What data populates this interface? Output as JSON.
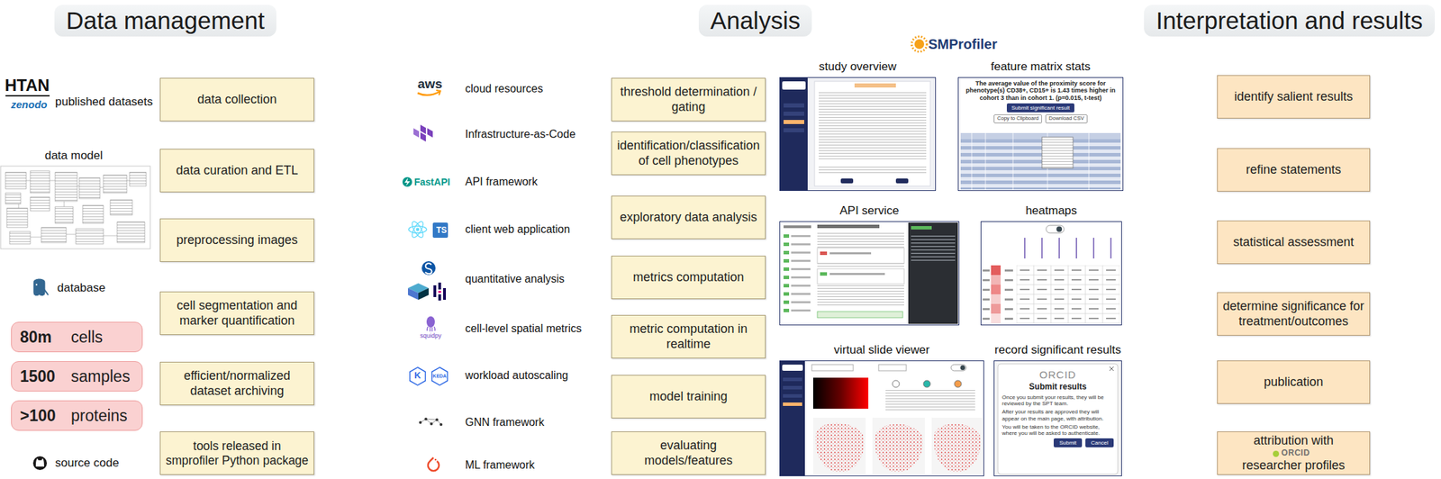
{
  "diagram": {
    "nodes": [
      {
        "text": [
          "Data management"
        ]
      },
      {
        "text": [
          "data collection"
        ]
      },
      {
        "text": [
          "data curation and ETL"
        ]
      },
      {
        "text": [
          "preprocessing images"
        ]
      },
      {
        "text": [
          "cell segmentation and marker quantification"
        ]
      },
      {
        "text": [
          "efficient/normalized dataset archiving"
        ]
      },
      {
        "text": [
          "tools released in smprofiler Python package"
        ]
      },
      {
        "text": [
          "80m",
          "cells"
        ]
      },
      {
        "text": [
          "1500",
          "samples"
        ]
      },
      {
        "text": [
          ">100",
          "proteins"
        ]
      },
      {
        "text": [
          "Analysis"
        ]
      },
      {
        "text": [
          "threshold determination / gating"
        ]
      },
      {
        "text": [
          "identification/classification of cell phenotypes"
        ]
      },
      {
        "text": [
          "exploratory data analysis"
        ]
      },
      {
        "text": [
          "metrics computation"
        ]
      },
      {
        "text": [
          "metric computation in realtime"
        ]
      },
      {
        "text": [
          "model training"
        ]
      },
      {
        "text": [
          "evaluating models/features"
        ]
      },
      {
        "text": [
          "study overview"
        ]
      },
      {
        "text": [
          "feature matrix stats"
        ]
      },
      {
        "text": [
          "API service"
        ]
      },
      {
        "text": [
          "heatmaps"
        ]
      },
      {
        "text": [
          "virtual slide viewer"
        ]
      },
      {
        "text": [
          "record significant results"
        ]
      },
      {
        "text": [
          "Interpretation and results"
        ]
      },
      {
        "text": [
          "identify salient results"
        ]
      },
      {
        "text": [
          "refine statements"
        ]
      },
      {
        "text": [
          "statistical assessment"
        ]
      },
      {
        "text": [
          "determine significance for treatment/outcomes"
        ]
      },
      {
        "text": [
          "publication"
        ]
      },
      {
        "text": [
          "attribution with",
          "ORCID",
          "researcher profiles"
        ]
      }
    ],
    "labels": [
      "HTAN",
      "zenodo",
      "published datasets",
      "data model",
      "database",
      "source code",
      "aws",
      "cloud resources",
      "Infrastructure-as-Code",
      "FastAPI",
      "API framework",
      "TS",
      "client web application",
      "quantitative analysis",
      "squidpy",
      "cell-level spatial metrics",
      "K",
      "KEDA",
      "workload autoscaling",
      "GNN framework",
      "ML framework",
      "SMProfiler",
      "The average value of the proximity score for phenotype(s) CD38+, CD15+ is 1.43 times higher in cohort 3 than in cohort 1. (p=0.015, t-test)",
      "Submit significant result",
      "Copy to Clipboard",
      "Download CSV",
      "ORCID",
      "Submit results",
      "Once you submit your results, they will be reviewed by the SPT team.",
      "After your results are approved they will appear on the main page, with attribution.",
      "You will be taken to the ORCID website, where you will be asked to authenticate.",
      "Submit",
      "Cancel"
    ]
  }
}
